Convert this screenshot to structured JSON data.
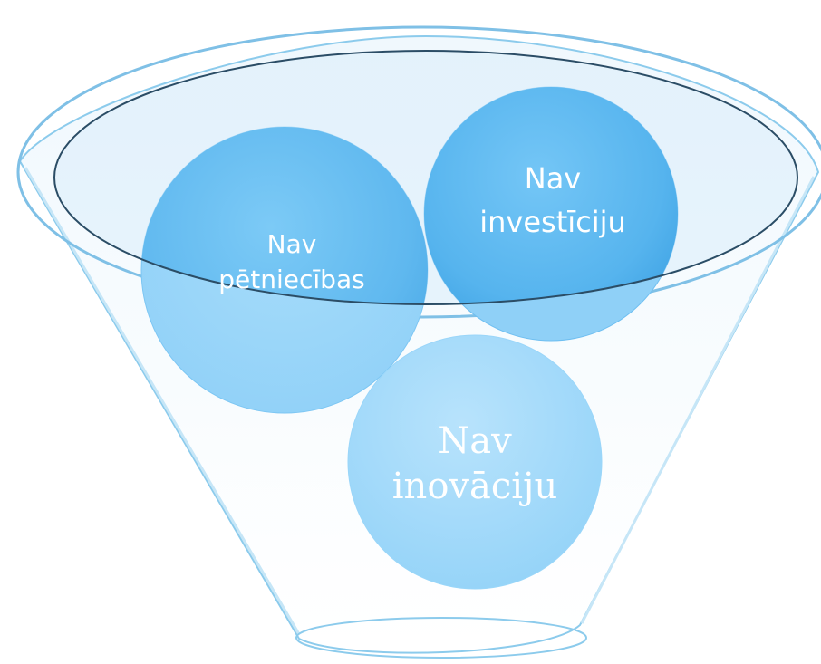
{
  "diagram": {
    "type": "funnel",
    "items": [
      {
        "line1": "Nav",
        "line2": "pētniecības"
      },
      {
        "line1": "Nav",
        "line2": "investīciju"
      },
      {
        "line1": "Nav",
        "line2": "inovāciju"
      }
    ]
  },
  "colors": {
    "circle_dark": "#5bb7f2",
    "circle_mid": "#7fc8f5",
    "circle_light": "#a8dcfb",
    "funnel_rim": "#7fc4ea",
    "funnel_fill": "#e9f4fb",
    "text": "#ffffff"
  }
}
